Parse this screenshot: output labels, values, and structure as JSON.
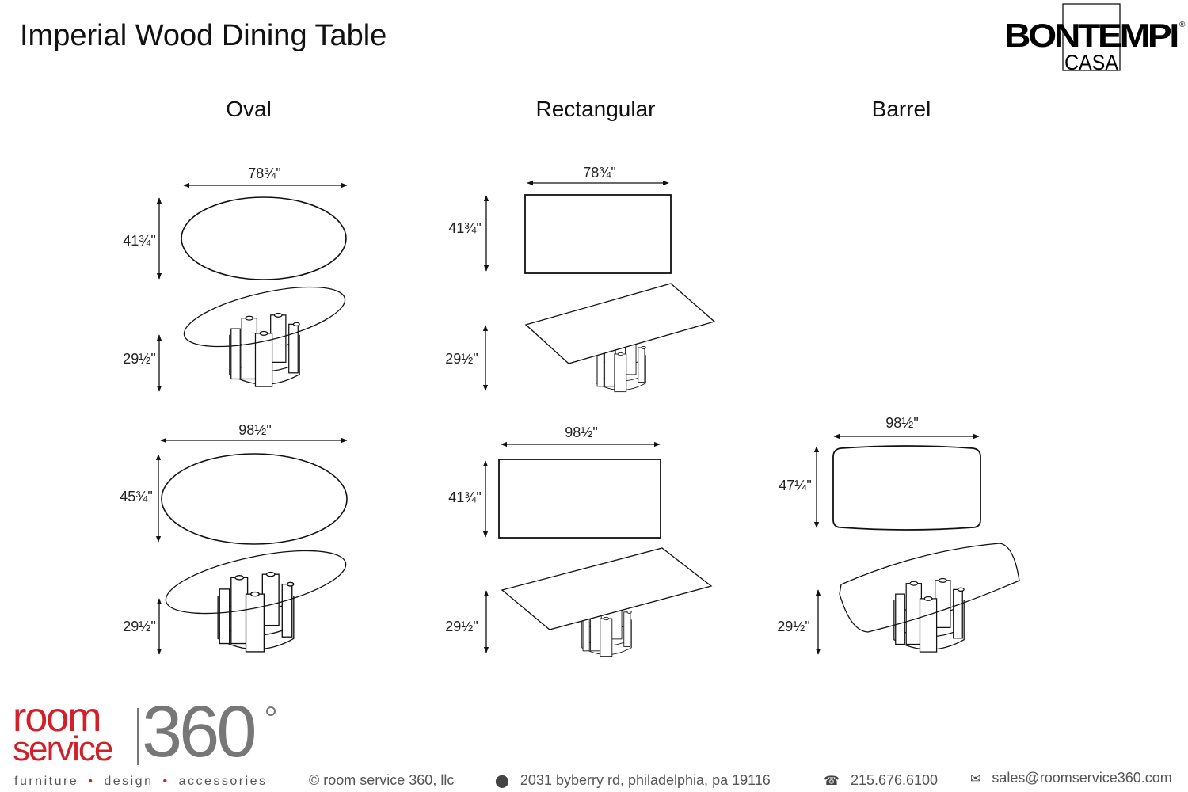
{
  "title": "Imperial Wood Dining Table",
  "brand_logo": {
    "name": "BONTEMPI",
    "sub": "CASA",
    "mark": "®"
  },
  "columns": [
    {
      "title": "Oval"
    },
    {
      "title": "Rectangular"
    },
    {
      "title": "Barrel"
    }
  ],
  "dimensions": {
    "oval_small": {
      "width": "78¾\"",
      "depth": "41¾\"",
      "height": "29½\""
    },
    "oval_large": {
      "width": "98½\"",
      "depth": "45¾\"",
      "height": "29½\""
    },
    "rect_small": {
      "width": "78¾\"",
      "depth": "41¾\"",
      "height": "29½\""
    },
    "rect_large": {
      "width": "98½\"",
      "depth": "41¾\"",
      "height": "29½\""
    },
    "barrel": {
      "width": "98½\"",
      "depth": "47¼\"",
      "height": "29½\""
    }
  },
  "footer": {
    "logo": {
      "room": "room",
      "service": "service",
      "number": "360"
    },
    "tagline": [
      "furniture",
      "design",
      "accessories"
    ],
    "tagline_sep": "•",
    "copyright": "© room service 360, llc",
    "address": "2031 byberry rd, philadelphia, pa 19116",
    "phone": "215.676.6100",
    "email": "sales@roomservice360.com",
    "icons": {
      "address": "map-pin-icon",
      "phone": "phone-icon",
      "email": "envelope-icon"
    }
  }
}
